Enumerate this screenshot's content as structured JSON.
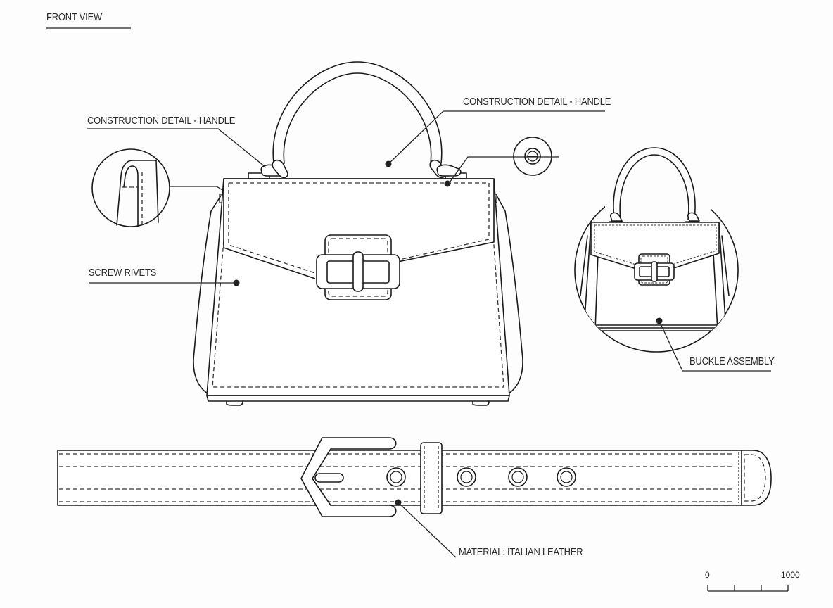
{
  "title": "FRONT VIEW",
  "callouts": {
    "handle_left": "CONSTRUCTION DETAIL - HANDLE",
    "handle_right": "CONSTRUCTION DETAIL - HANDLE",
    "screw_rivets": "SCREW RIVETS",
    "buckle_assembly": "BUCKLE ASSEMBLY",
    "material": "MATERIAL: ITALIAN LEATHER"
  },
  "scale_bar": {
    "min_label": "0",
    "max_label": "1000",
    "divisions": 3
  },
  "belt": {
    "eyelet_count": 4
  },
  "colors": {
    "line": "#1a1a1a",
    "background": "#fdfdfd"
  }
}
